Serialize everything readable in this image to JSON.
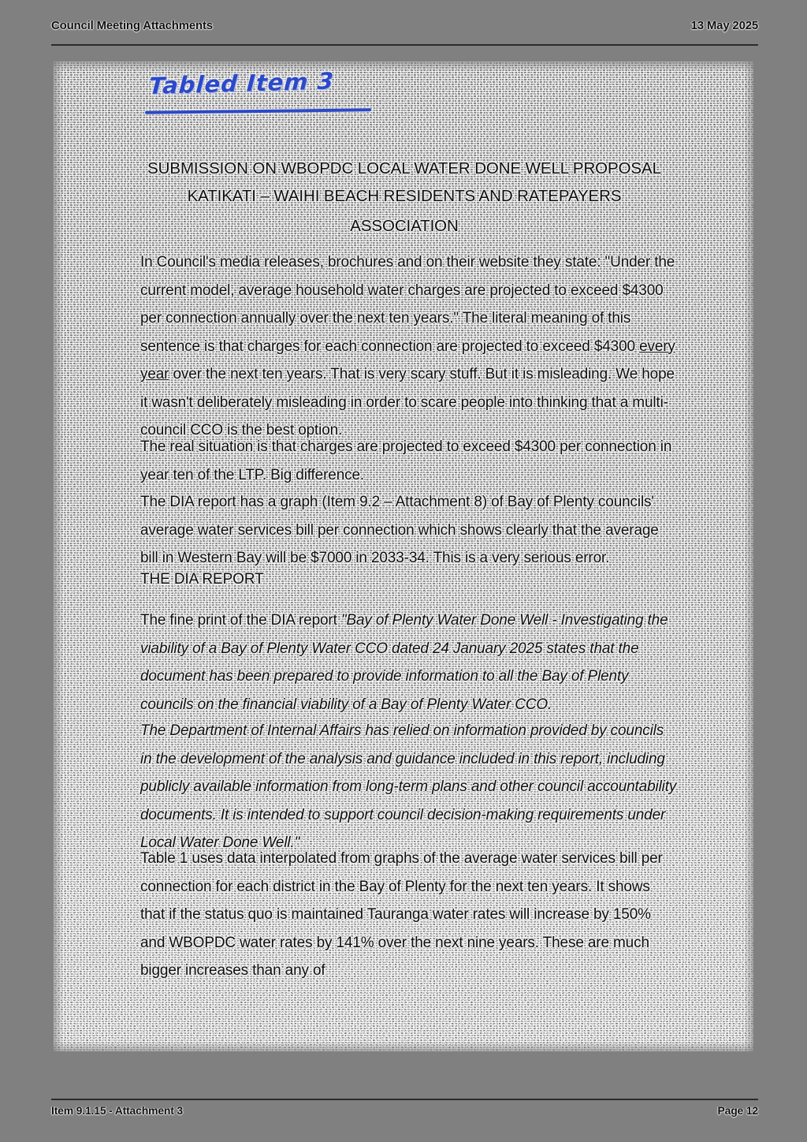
{
  "header": {
    "left": "Council Meeting Attachments",
    "right": "13 May 2025"
  },
  "footer": {
    "left": "Item 9.1.15 - Attachment 3",
    "right": "Page 12"
  },
  "annotation": {
    "handwritten_note": "Tabled Item 3",
    "ink_color": "#2c49c8"
  },
  "document": {
    "title_line_1": "SUBMISSION ON WBOPDC LOCAL WATER DONE WELL PROPOSAL",
    "title_line_2": "KATIKATI – WAIHI BEACH RESIDENTS AND RATEPAYERS",
    "title_line_3": "ASSOCIATION",
    "para_intro_part_1": "In Council's media releases, brochures and on their website they state: \"Under the current model, average household water charges are projected to exceed $4300 per connection annually over the next ten years.\" The literal meaning of this sentence is that charges for each connection are projected to exceed $4300 ",
    "para_intro_emphasis": "every year",
    "para_intro_part_2": " over the next ten years. That is very scary stuff. But it is misleading. We hope it wasn't deliberately misleading in order to scare people into thinking that a multi-council CCO is the best option.",
    "para_real_situation": "The real situation is that charges are projected to exceed $4300 per connection in year ten of the LTP. Big difference.",
    "para_dia_graph": "The DIA report has a graph (Item 9.2 – Attachment 8) of Bay of Plenty councils' average water services bill per connection which shows clearly that the average bill in Western Bay will be $7000 in 2033-34. This is a very serious error.",
    "section_heading_dia": "THE DIA REPORT",
    "para_dia_fine_print_lead": "The fine print of the DIA report ",
    "para_dia_fine_print_quote": "\"Bay of Plenty Water Done Well - Investigating the viability of a Bay of Plenty Water CCO dated 24 January 2025 states that the document has been prepared to provide information to all the Bay of Plenty councils on the financial viability of a Bay of Plenty Water CCO.",
    "para_dia_quote_2": "The Department of Internal Affairs has relied on information provided by councils in the development of the analysis and guidance included in this report, including publicly available information from long-term plans and other council accountability documents. It is intended to support council decision-making requirements under Local Water Done Well.\"",
    "para_table_1": "Table 1 uses data interpolated from graphs of  the average water services bill per connection for each district in the Bay of Plenty for the next ten years. It shows that if the status quo is maintained Tauranga water rates will increase by 150% and WBOPDC water rates by 141% over the next nine years. These are much bigger increases than any of"
  }
}
